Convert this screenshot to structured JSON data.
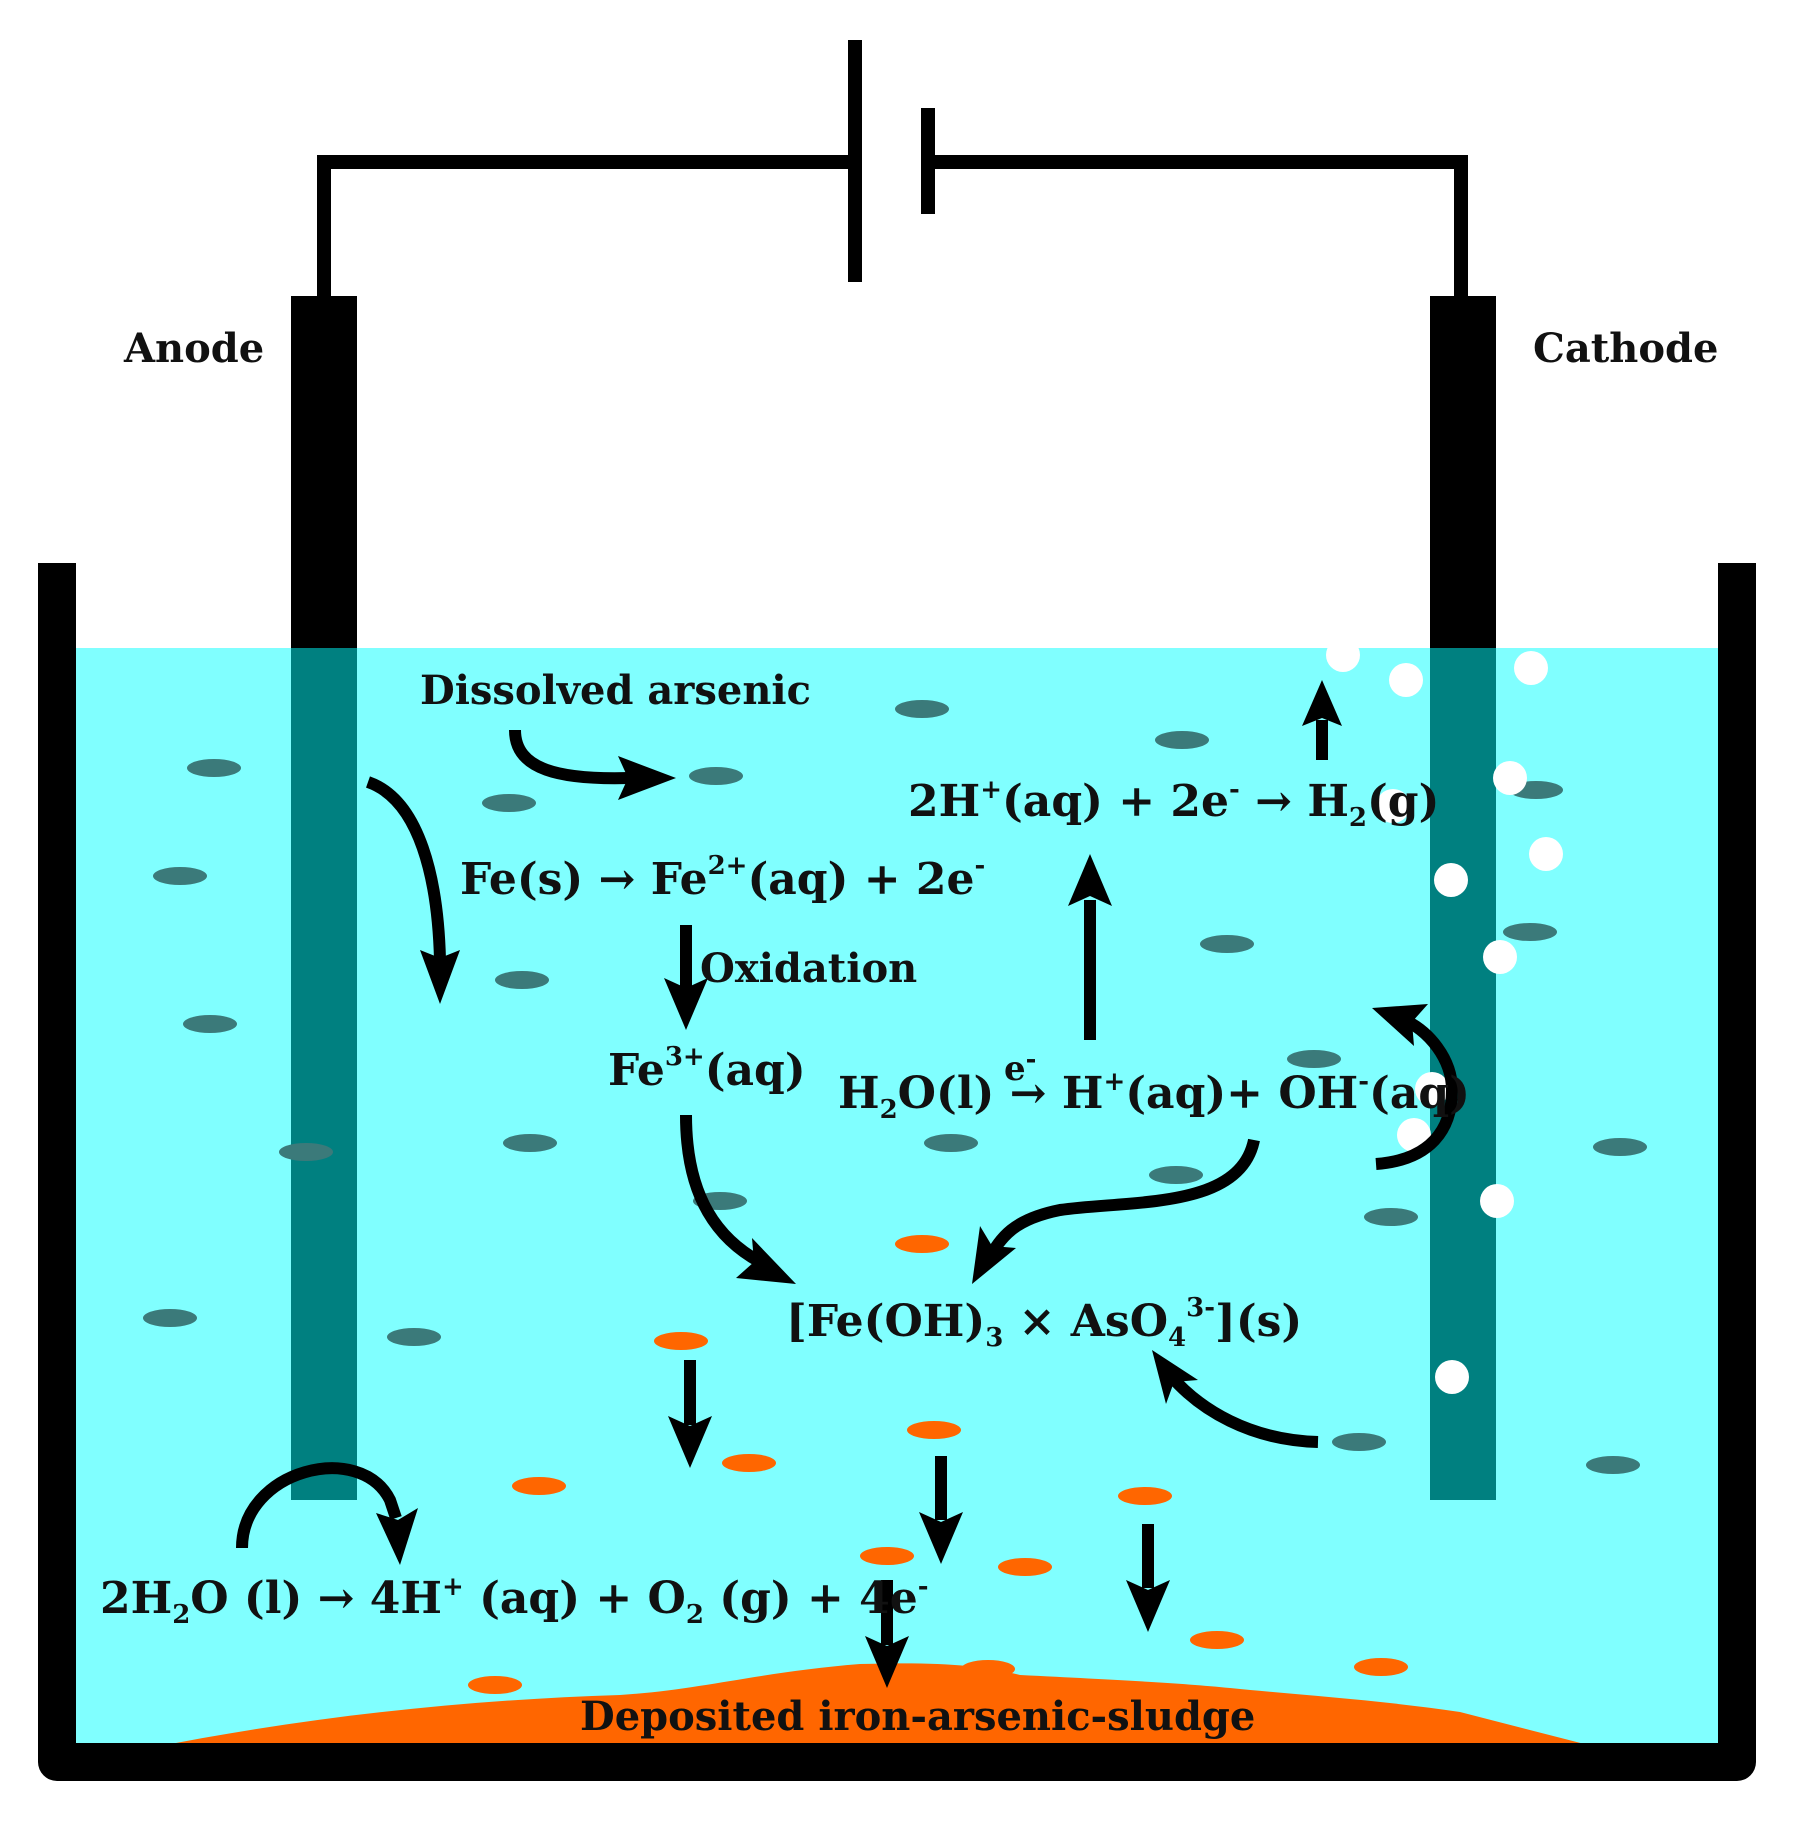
{
  "colors": {
    "water": "#80ffff",
    "electrode_submerged": "#008080",
    "electrode": "#000000",
    "dissolved_arsenic_particle": "#3b7a7a",
    "iron_arsenic_particle": "#ff6600",
    "sludge": "#ff6600",
    "hydrogen_bubble": "#ffffff",
    "container": "#000000"
  },
  "labels": {
    "anode": "Anode",
    "cathode": "Cathode",
    "dissolved_arsenic": "Dissolved arsenic",
    "oxidation": "Oxidation",
    "sludge": "Deposited iron-arsenic-sludge"
  },
  "equations": {
    "anode_iron": {
      "a": "Fe(s) → Fe",
      "a_sup": "2+",
      "b": "(aq) + 2e",
      "b_sup": "-"
    },
    "ferric": {
      "a": "Fe",
      "a_sup": "3+",
      "b": "(aq)"
    },
    "cathode_hydrogen": {
      "a": "2H",
      "a_sup": "+",
      "b": "(aq) + 2e",
      "b_sup": "-",
      "c": " → H",
      "c_sub": "2",
      "d": "(g)"
    },
    "water_split": {
      "a": "H",
      "a_sub": "2",
      "b": "O(l) ",
      "arrow_label": "e",
      "arrow_label_sup": "-",
      "arrow": "→",
      "c": " H",
      "c_sup": "+",
      "d": "(aq)+ OH",
      "d_sup": "-",
      "e": "(aq)"
    },
    "complex": {
      "a": "[Fe(OH)",
      "a_sub": "3",
      "b": " × AsO",
      "b_sub": "4",
      "b_sup": "3-",
      "c": "](s)"
    },
    "anode_water": {
      "a": "2H",
      "a_sub": "2",
      "b": "O (l) → 4H",
      "b_sup": "+",
      "c": " (aq) + O",
      "c_sub": "2",
      "d": " (g) + 4e",
      "d_sup": "-"
    }
  }
}
